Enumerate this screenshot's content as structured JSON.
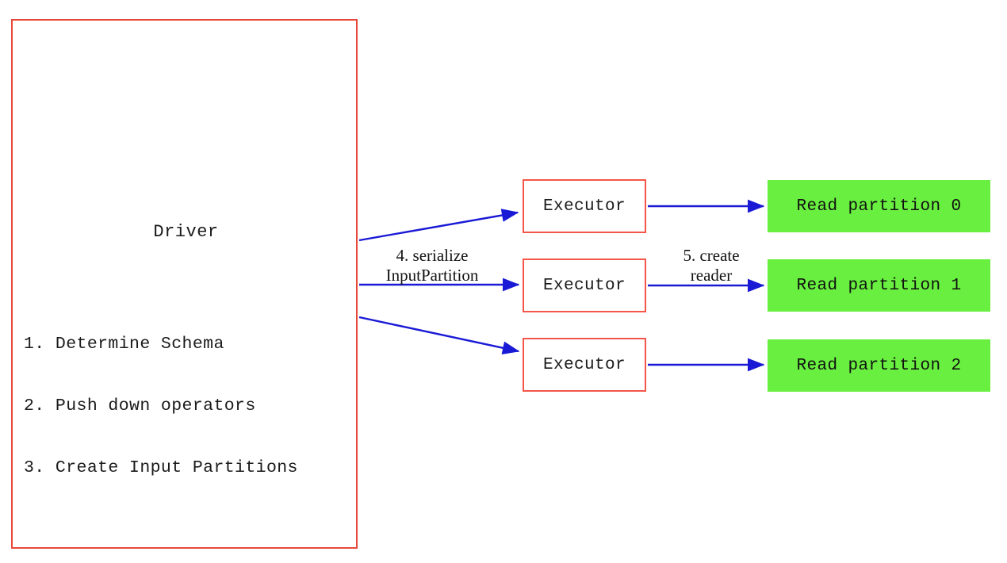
{
  "diagram": {
    "title_visible": false,
    "background": "#ffffff",
    "colors": {
      "driver_border": "#e8483c",
      "executor_border": "#f4564a",
      "partition_fill": "#69ef3f",
      "arrow": "#1a1ad6",
      "text": "#1a1a1a"
    },
    "driver": {
      "label": "Driver",
      "steps": [
        "1. Determine Schema",
        "2. Push down operators",
        "3. Create Input Partitions"
      ]
    },
    "executors": [
      {
        "label": "Executor"
      },
      {
        "label": "Executor"
      },
      {
        "label": "Executor"
      }
    ],
    "partitions": [
      {
        "label": "Read partition 0"
      },
      {
        "label": "Read partition 1"
      },
      {
        "label": "Read partition 2"
      }
    ],
    "edge_labels": {
      "serialize": {
        "line1": "4. serialize",
        "line2": "InputPartition"
      },
      "create_reader": {
        "line1": "5. create",
        "line2": "reader"
      }
    }
  }
}
